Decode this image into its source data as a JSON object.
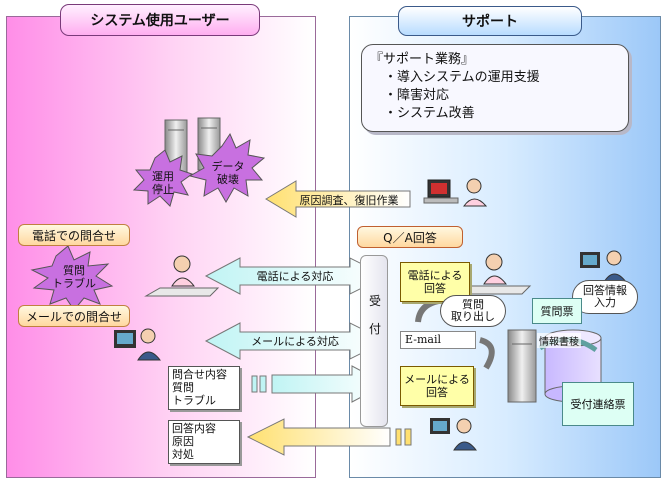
{
  "left_panel": {
    "title": "システム使用ユーザー",
    "phone_inquiry": "電話での問合せ",
    "mail_inquiry": "メールでの問合せ",
    "trouble_burst": [
      "質問",
      "トラブル"
    ],
    "operation_stop_burst": [
      "運用",
      "停止"
    ],
    "data_destroy_burst": [
      "データ",
      "破壊"
    ],
    "inquiry_note": [
      "問合せ内容",
      "質問",
      "トラブル"
    ],
    "answer_note": [
      "回答内容",
      "原因",
      "対処"
    ]
  },
  "right_panel": {
    "title": "サポート",
    "support_box": {
      "heading": "『サポート業務』",
      "items": [
        "・導入システムの運用支援",
        "・障害対応",
        "・システム改善"
      ]
    },
    "qa_label": "Q／A回答",
    "reception_chars": [
      "受",
      "付"
    ],
    "phone_answer": [
      "電話による",
      "回答"
    ],
    "mail_answer": [
      "メールによる",
      "回答"
    ],
    "email": "E-mail",
    "question_extract": [
      "質問",
      "取り出し"
    ],
    "answer_info_input": [
      "回答情報",
      "入力"
    ],
    "question_sheet": "質問票",
    "info_write": "情報書稜",
    "reception_slip": "受付連絡票"
  },
  "arrows": {
    "cause_recovery": "原因調査、復旧作業",
    "phone_response": "電話による対応",
    "mail_response": "メールによる対応"
  },
  "colors": {
    "left_panel_from": "#ff8ee8",
    "right_panel_to": "#9cc8f8",
    "arrow_fill": "#c0f4f4",
    "note_yellow": "#ffffa8",
    "burst_fill": "#c870e0"
  }
}
